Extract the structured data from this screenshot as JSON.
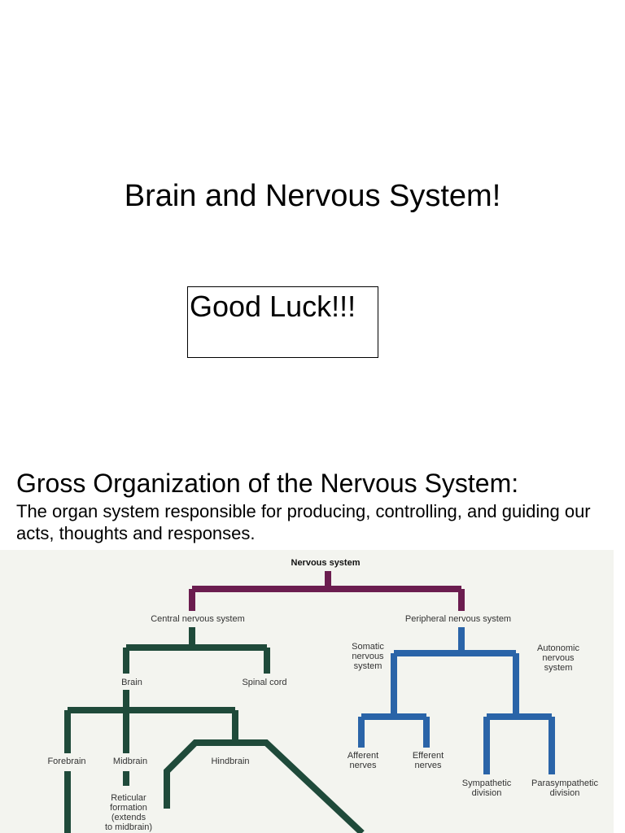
{
  "slide1": {
    "title": "Brain and Nervous System!",
    "note": "Good Luck!!!"
  },
  "slide2": {
    "heading": "Gross Organization of the Nervous System:",
    "description": "The organ system responsible for producing, controlling, and guiding our acts, thoughts and responses."
  },
  "diagram": {
    "root": "Nervous system",
    "central": "Central nervous system",
    "peripheral": "Peripheral nervous system",
    "brain": "Brain",
    "spinal_cord": "Spinal cord",
    "forebrain": "Forebrain",
    "midbrain": "Midbrain",
    "hindbrain": "Hindbrain",
    "reticular": [
      "Reticular",
      "formation",
      "(extends",
      "to midbrain)"
    ],
    "somatic": [
      "Somatic",
      "nervous",
      "system"
    ],
    "autonomic": [
      "Autonomic",
      "nervous",
      "system"
    ],
    "afferent": [
      "Afferent",
      "nerves"
    ],
    "efferent": [
      "Efferent",
      "nerves"
    ],
    "sympathetic": [
      "Sympathetic",
      "division"
    ],
    "parasympathetic": [
      "Parasympathetic",
      "division"
    ],
    "colors": {
      "root_branch": "#6b1d4f",
      "central_branch": "#1f4a3a",
      "peripheral_branch": "#2a64a8",
      "background": "#f3f4ef"
    }
  }
}
